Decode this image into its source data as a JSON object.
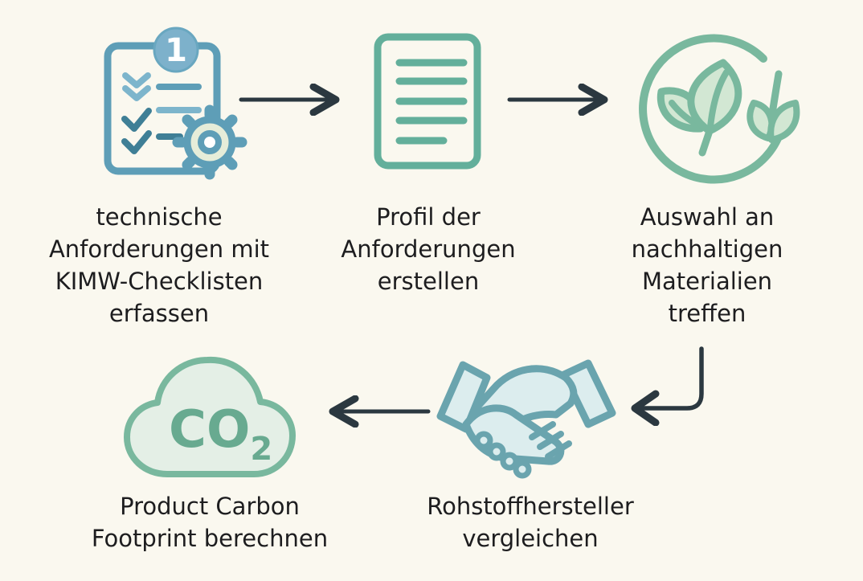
{
  "diagram": {
    "colors": {
      "background": "#faf8ef",
      "text": "#1d1d1f",
      "arrow": "#2b3840",
      "blue_stroke": "#5e9eb7",
      "blue_light": "#7db5cc",
      "badge_fill": "#7db1cb",
      "check_dark": "#3f7f96",
      "gear_fill": "#e6edd9",
      "doc_green": "#63af9b",
      "plant_green": "#79b89e",
      "leaf_fill": "#d2e7d3",
      "cloud_fill": "#e4efe6",
      "co2_text": "#68aa90",
      "hand_stroke": "#6aa4ae",
      "hand_fill": "#dcedee"
    },
    "steps": [
      {
        "icon": "checklist-gear-icon",
        "badge": "1",
        "label": "technische\nAnforderungen mit\nKIMW-Checklisten\nerfassen"
      },
      {
        "icon": "document-lines-icon",
        "label": "Profil der\nAnforderungen\nerstellen"
      },
      {
        "icon": "eco-leaf-circle-icon",
        "label": "Auswahl an\nnachhaltigen\nMaterialien\ntreffen"
      },
      {
        "icon": "handshake-icon",
        "label": "Rohstoffhersteller\nvergleichen"
      },
      {
        "icon": "co2-cloud-icon",
        "cloud_text": "CO",
        "cloud_subscript": "2",
        "label": "Product Carbon\nFootprint berechnen"
      }
    ],
    "arrows": [
      {
        "name": "arrow-step1-to-step2",
        "direction": "right"
      },
      {
        "name": "arrow-step2-to-step3",
        "direction": "right"
      },
      {
        "name": "arrow-step3-to-step4",
        "direction": "down-left"
      },
      {
        "name": "arrow-step4-to-step5",
        "direction": "left"
      }
    ]
  }
}
